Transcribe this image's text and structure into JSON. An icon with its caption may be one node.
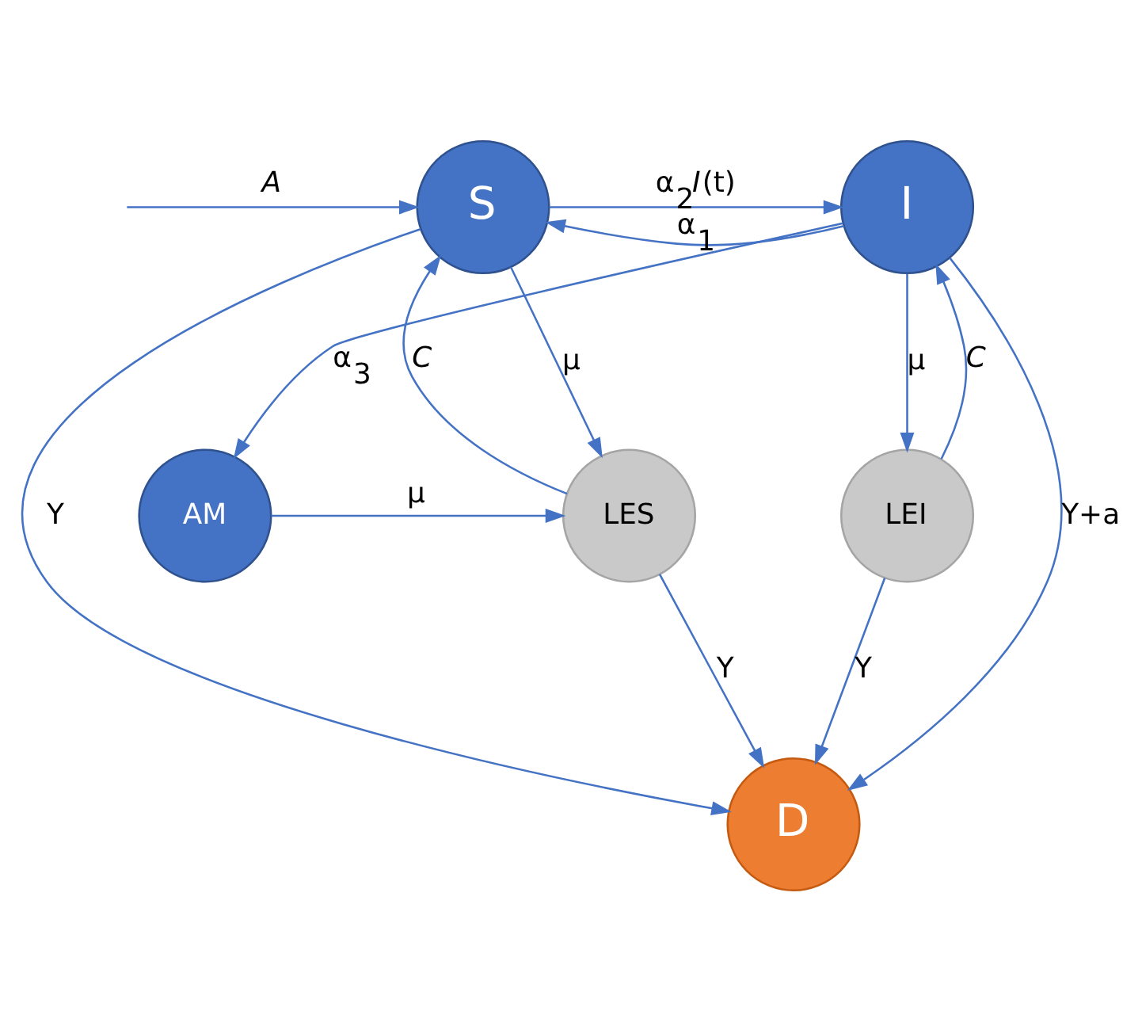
{
  "diagram": {
    "nodes": [
      {
        "text": [
          "S"
        ]
      },
      {
        "text": [
          "I"
        ]
      },
      {
        "text": [
          "LES"
        ]
      },
      {
        "text": [
          "AM"
        ]
      },
      {
        "text": [
          "LEI"
        ]
      },
      {
        "text": [
          "D"
        ]
      }
    ],
    "edges": [
      {
        "from": null,
        "to": 0,
        "arrow": "to",
        "label": "*A*"
      },
      {
        "from": 1,
        "to": 0,
        "arrow": "to",
        "label": "α$_{1}$"
      },
      {
        "from": 0,
        "to": 1,
        "arrow": "to",
        "label": "α$_{2}$*I*(t)"
      },
      {
        "from": 2,
        "to": 0,
        "arrow": "to",
        "label": "*C*"
      },
      {
        "from": 0,
        "to": 2,
        "arrow": "to",
        "label": "μ"
      },
      {
        "from": 1,
        "to": 3,
        "arrow": "to",
        "label": "α$_{3}$"
      },
      {
        "from": 1,
        "to": 4,
        "arrow": "to",
        "label": "μ"
      },
      {
        "from": 4,
        "to": 1,
        "arrow": "to",
        "label": "*C*"
      },
      {
        "from": 3,
        "to": 2,
        "arrow": "to",
        "label": "μ"
      },
      {
        "from": 2,
        "to": 5,
        "arrow": "to",
        "label": "Y"
      },
      {
        "from": 4,
        "to": 5,
        "arrow": "to",
        "label": "Y"
      },
      {
        "from": 0,
        "to": 5,
        "arrow": "to",
        "label": "Y"
      },
      {
        "from": 1,
        "to": 5,
        "arrow": "to",
        "label": "Y+a"
      }
    ]
  }
}
